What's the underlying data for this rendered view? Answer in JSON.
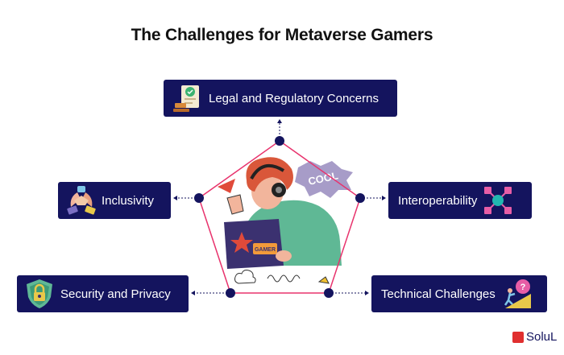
{
  "title": "The Challenges for Metaverse Gamers",
  "cards": {
    "legal": "Legal and Regulatory Concerns",
    "inclusivity": "Inclusivity",
    "interoperability": "Interoperability",
    "security": "Security and Privacy",
    "technical": "Technical Challenges"
  },
  "illustration": {
    "cool_text": "COOL",
    "laptop_sticker": "GAMER"
  },
  "logo": "SoluL",
  "colors": {
    "card_bg": "#14145e",
    "pentagon": "#e8336d",
    "node": "#14145e",
    "accent_teal": "#22b7b0",
    "accent_pink": "#e75da6"
  }
}
